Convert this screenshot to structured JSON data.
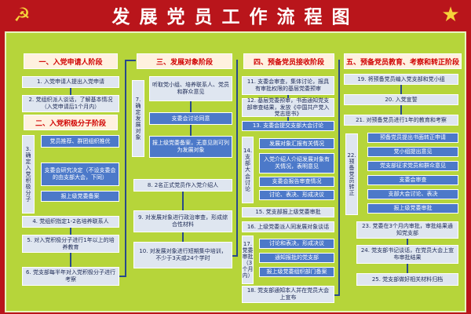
{
  "title": "发展党员工作流程图",
  "icons": {
    "emblem": "party-emblem-icon",
    "star": "star-icon"
  },
  "colors": {
    "background": "#b9151b",
    "board": "#b6d53a",
    "stage_text": "#d00000",
    "box_light": "#dfe6f0",
    "box_blue": "#4c79c9"
  },
  "stages": [
    {
      "label": "一、入党申请人阶段"
    },
    {
      "label": "二、入党积极分子阶段"
    },
    {
      "label": "三、发展对象阶段"
    },
    {
      "label": "四、预备党员接收阶段"
    },
    {
      "label": "五、预备党员教育、考察和转正阶段"
    }
  ],
  "col1": {
    "steps": [
      "1. 入党申请人提出入党申请",
      "2. 党组织派人谈话，了解基本情况（入党申请后1个月内）",
      "4. 党组织指定1-2名培养联系人",
      "5. 对入党积极分子进行1年以上的培养教育",
      "6. 党支部每半年对入党积极分子进行考察"
    ],
    "side_label": "3.确定入党积极分子",
    "sub": [
      "党员推荐、群团组织推优",
      "支委会研究决定（不设支委会的由支部大会，下同）",
      "报上级党委备案"
    ]
  },
  "col2": {
    "side_label": "7.确定发展对象",
    "sub": [
      "听取党小组、培养联系人、党员和群众意见",
      "支委会讨论同意",
      "报上级党委备案，无意见则可列为发展对象"
    ],
    "steps": [
      "8. 2名正式党员作入党介绍人",
      "9. 对发展对象进行政治审查，形成综合性材料",
      "10. 对发展对象进行短期集中培训，不少于3天或24个学时"
    ]
  },
  "col3": {
    "steps": [
      "11. 支委会审查，集体讨论，报具有审批权限的基层党委预审",
      "12. 基层党委预审，书面通知党支部审查结果，发放《中国共产党入党志愿书》",
      "13. 支委会提交支部大会讨论",
      "15. 党支部报上级党委审批",
      "16. 上级党委派人同发展对象谈话",
      "18. 党支部通知本人并在党员大会上宣布"
    ],
    "side_label_a": "14.支部大会讨论",
    "sub_a": [
      "发展对象汇报有关情况",
      "入党介绍人介绍发展对象有关情况，表明意见",
      "支委会报告审查情况",
      "讨论、表决、形成决议"
    ],
    "side_label_b": "17.党委审批（3个月内）",
    "sub_b": [
      "讨论和表决，形成决议",
      "通知报批的党支部",
      "报上级党委组织部门备案"
    ]
  },
  "col4": {
    "steps": [
      "19. 将预备党员编入党支部和党小组",
      "20. 入党宣誓",
      "21. 对预备党员进行1年的教育和考察",
      "23. 党委在3个月内审批，审批结果通知党支部",
      "24. 党支部书记谈话，在党员大会上宣布审批结果",
      "25. 党支部做好相关材料归档"
    ],
    "side_label": "22.预备党员转正",
    "sub": [
      "预备党员提出书面转正申请",
      "党小组提出意见",
      "党支部征求党员和群众意见",
      "支委会审查",
      "支部大会讨论、表决",
      "报上级党委审批"
    ]
  }
}
